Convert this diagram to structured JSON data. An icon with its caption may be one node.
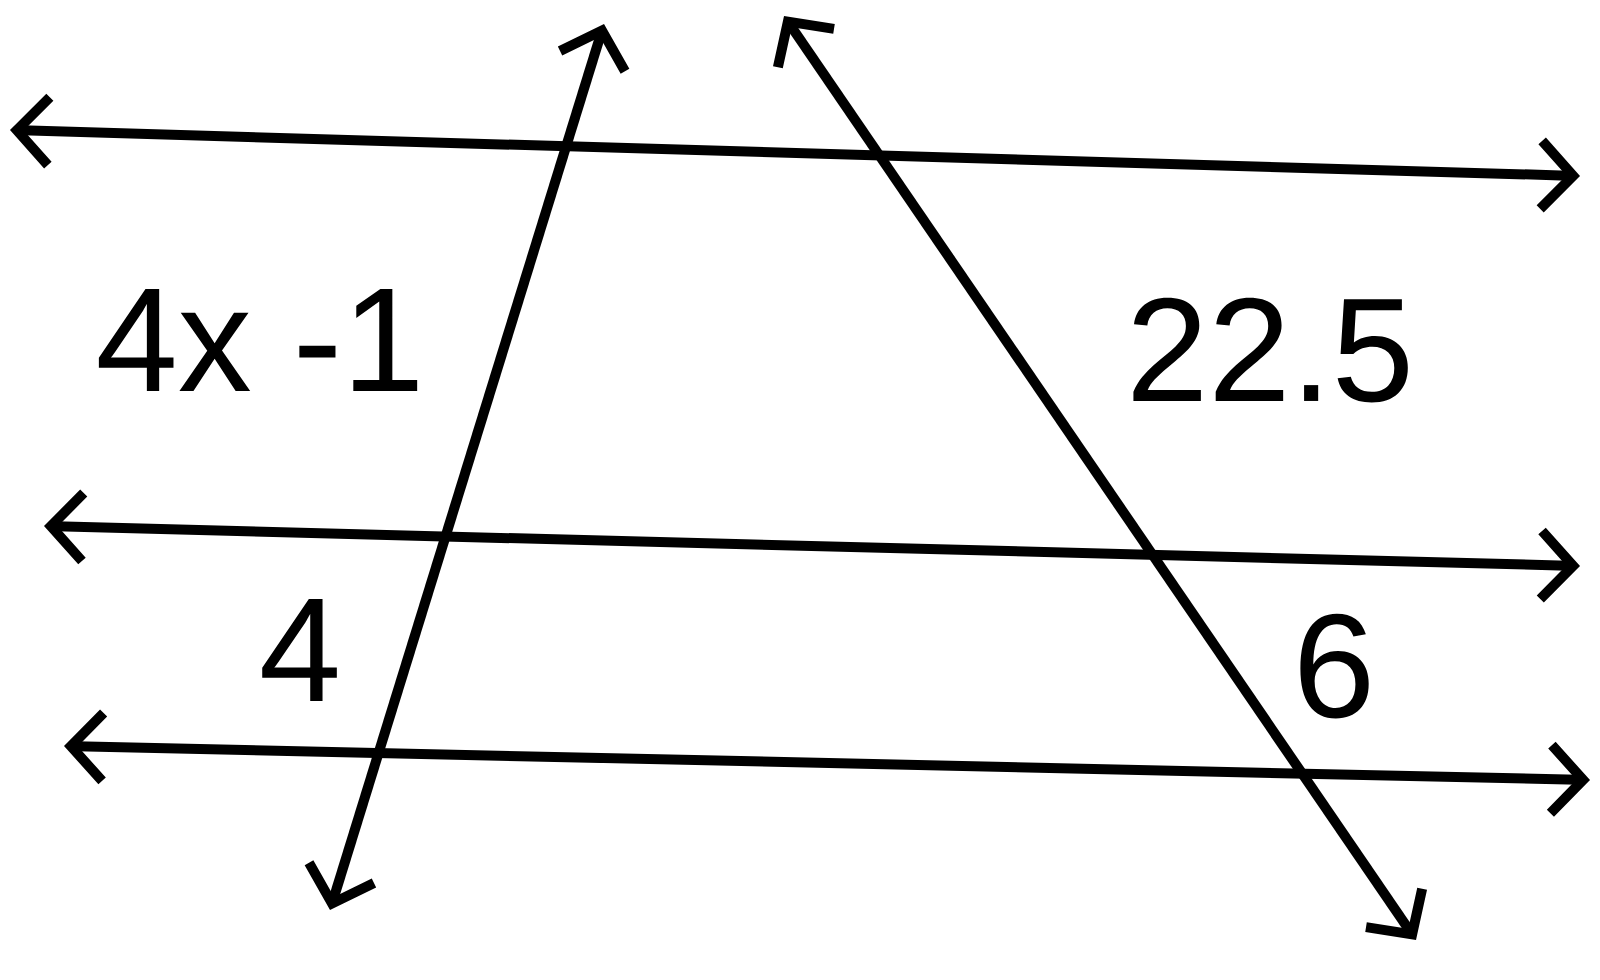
{
  "diagram": {
    "labels": [
      "4x -1",
      "22.5",
      "4",
      "6"
    ]
  }
}
